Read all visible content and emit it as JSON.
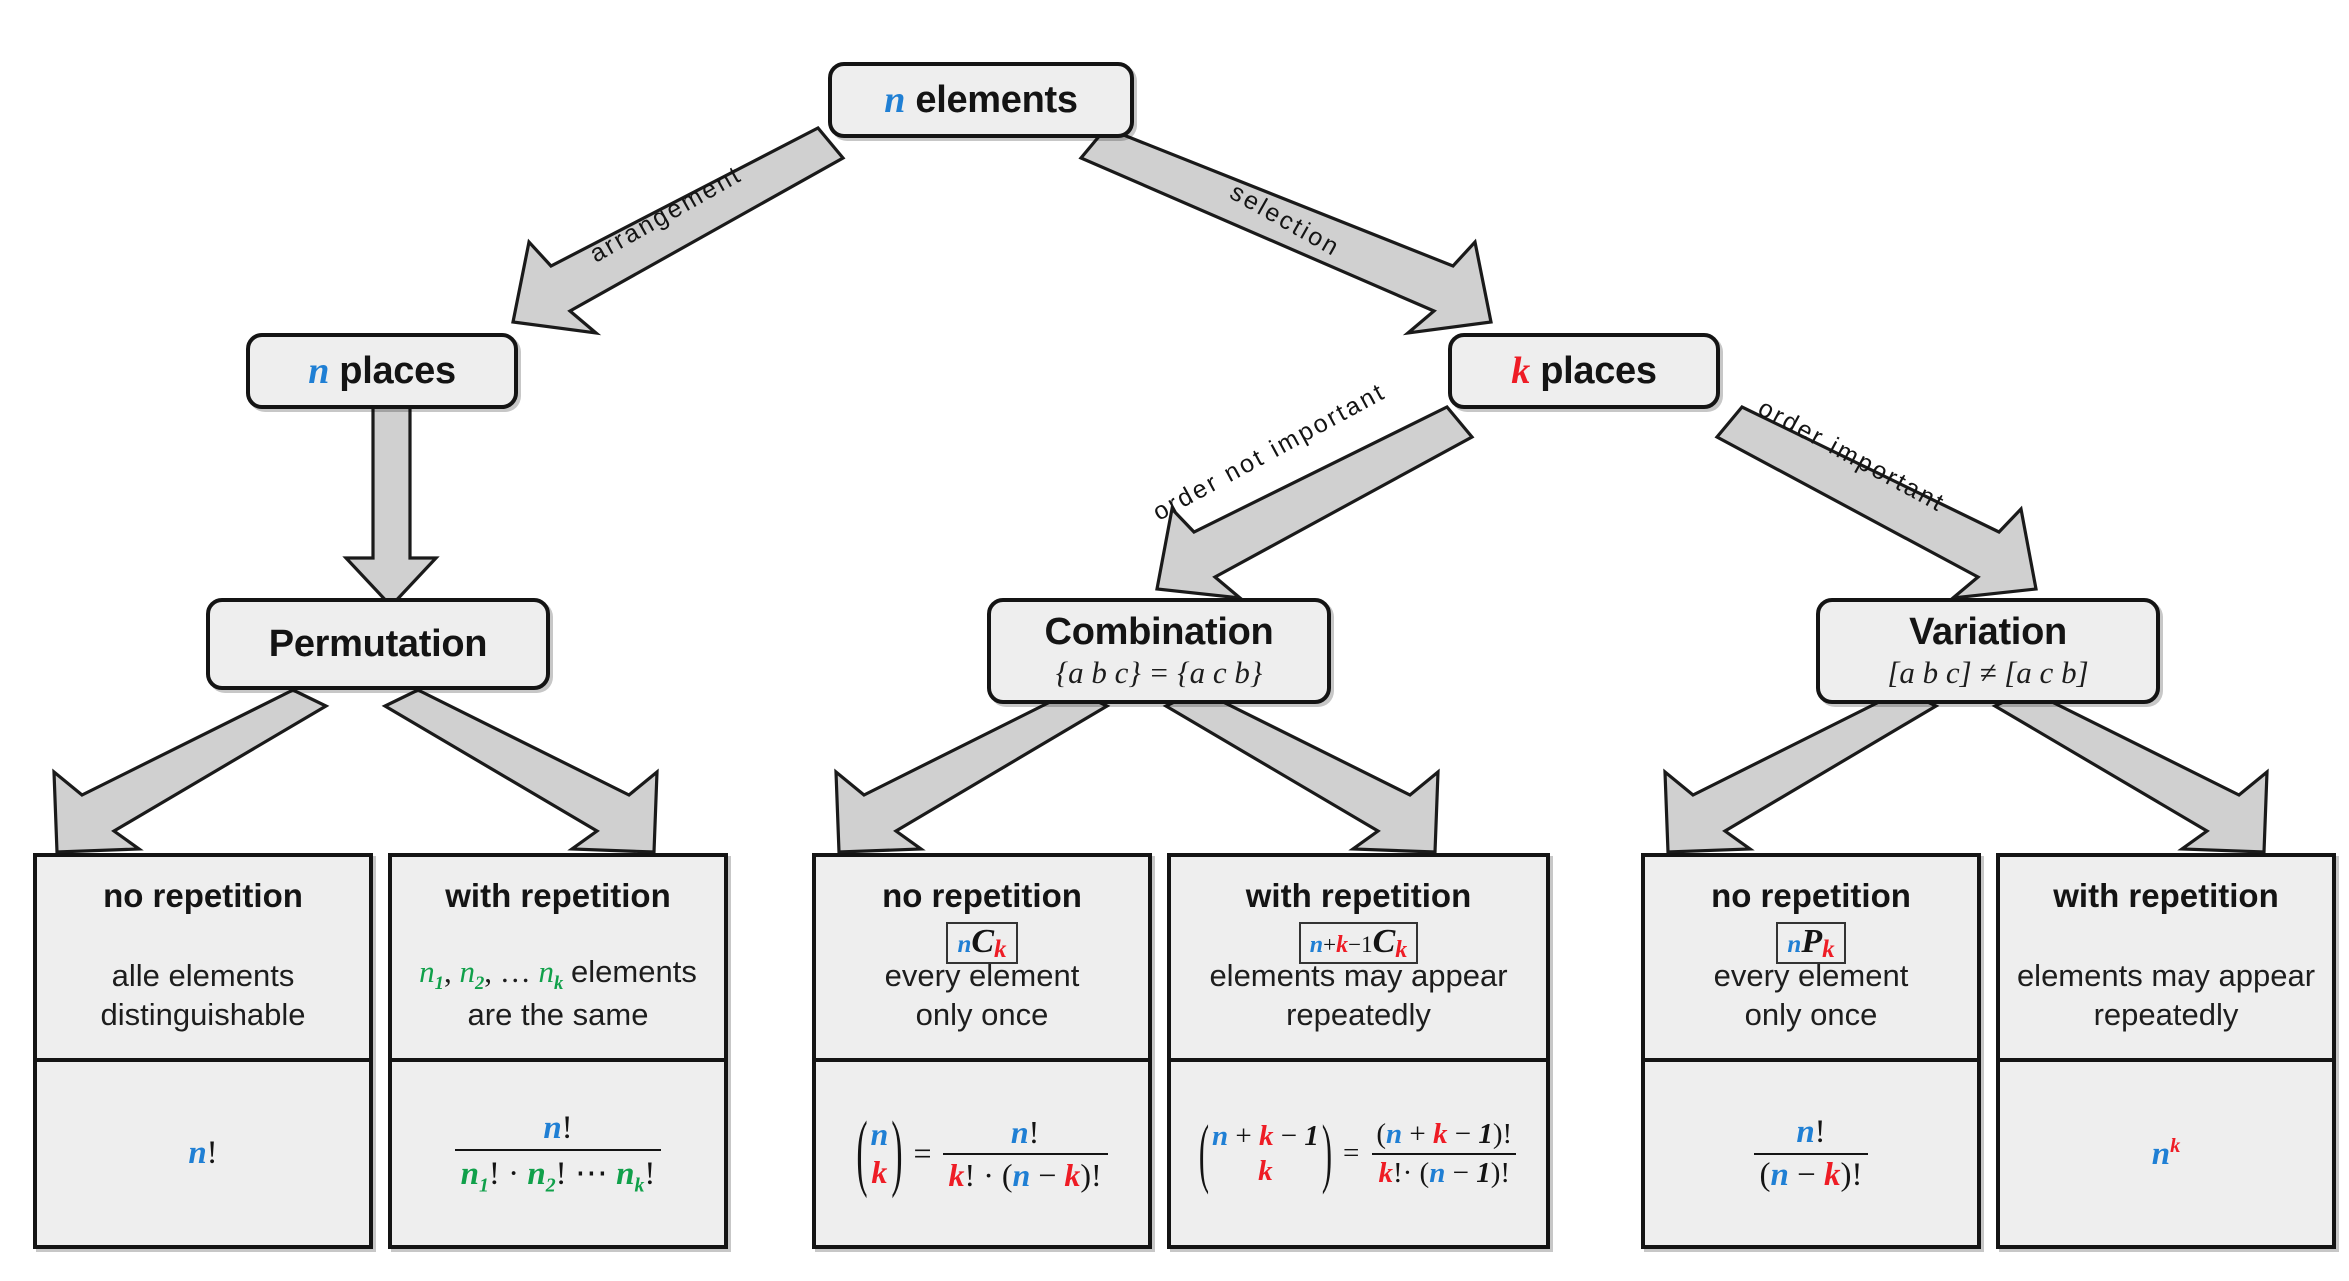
{
  "diagram": {
    "title": "Combinatorics overview",
    "colors": {
      "n": "#1f7fd4",
      "k": "#ee1c25",
      "ni": "#10a04a",
      "node_fill": "#eeeeee",
      "stroke": "#141414",
      "arrow_fill": "#d0d0d0"
    }
  },
  "nodes": {
    "root": {
      "var": "n",
      "label": "elements"
    },
    "n_places": {
      "var": "n",
      "label": "places"
    },
    "k_places": {
      "var": "k",
      "label": "places"
    },
    "permutation": {
      "title": "Permutation",
      "subtitle": ""
    },
    "combination": {
      "title": "Combination",
      "subtitle": "{a b c} = {a c b}"
    },
    "variation": {
      "title": "Variation",
      "subtitle": "[a b c] ≠ [a c b]"
    }
  },
  "edge_labels": {
    "arrangement": "arrangement",
    "selection": "selection",
    "order_not_important": "order not important",
    "order_important": "order important"
  },
  "cards": {
    "perm_no_rep": {
      "head": "no repetition",
      "notation": "",
      "desc_line1": "alle elements",
      "desc_line2": "distinguishable",
      "formula": "n!"
    },
    "perm_with_rep": {
      "head": "with repetition",
      "notation": "",
      "desc_line1": "n₁, n₂, … nₖ elements",
      "desc_line2": "are the same",
      "formula": "n! / (n₁! · n₂! ⋯ nₖ!)"
    },
    "comb_no_rep": {
      "head": "no repetition",
      "notation": "nCk",
      "desc_line1": "every element",
      "desc_line2": "only once",
      "formula": "(n over k) = n! / (k! · (n − k)!)"
    },
    "comb_with_rep": {
      "head": "with repetition",
      "notation": "n+k−1Ck",
      "desc_line1": "elements may appear",
      "desc_line2": "repeatedly",
      "formula": "(n+k−1 over k) = (n + k − 1)! / (k! · (n − 1)!)"
    },
    "var_no_rep": {
      "head": "no repetition",
      "notation": "nPk",
      "desc_line1": "every element",
      "desc_line2": "only once",
      "formula": "n! / (n − k)!"
    },
    "var_with_rep": {
      "head": "with repetition",
      "notation": "",
      "desc_line1": "elements may appear",
      "desc_line2": "repeatedly",
      "formula": "n^k"
    }
  },
  "symbols": {
    "n": "n",
    "k": "k",
    "C": "C",
    "P": "P",
    "bang": "!",
    "plus": "+",
    "minus": "−",
    "one": "1",
    "dot": "·",
    "equals": "=",
    "lparen": "(",
    "rparen": ")",
    "n1": "n",
    "n2": "n",
    "nk": "n",
    "sub1": "1",
    "sub2": "2",
    "subk": "k",
    "comma": ",",
    "ellipsis": "…",
    "cdots": "⋯",
    "elements_word": "elements"
  }
}
